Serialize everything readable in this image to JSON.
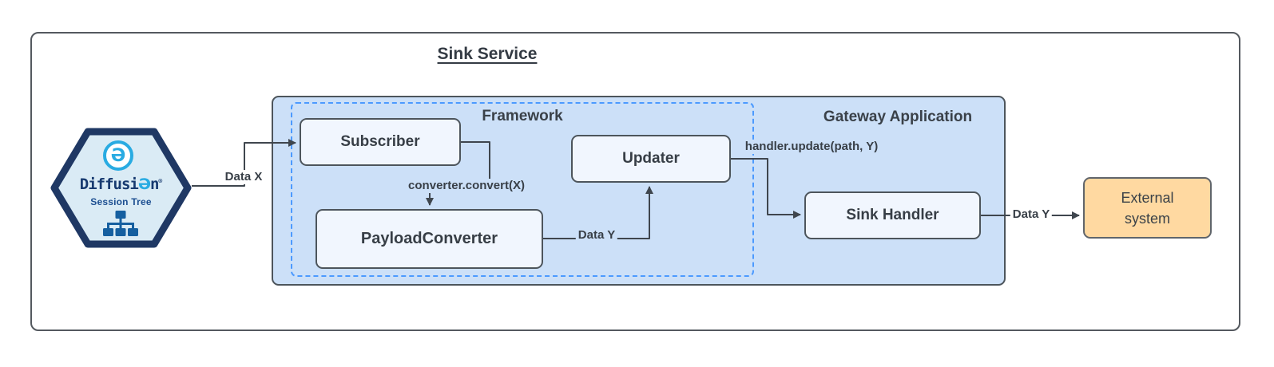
{
  "title": "Sink Service",
  "diffusion": {
    "wordmark_prefix": "Diffusi",
    "wordmark_o": "Ə",
    "wordmark_suffix": "n",
    "registered_mark": "®",
    "subtitle": "Session Tree",
    "logo_glyph": "Ə"
  },
  "containers": {
    "gateway_label": "Gateway Application",
    "framework_label": "Framework"
  },
  "nodes": {
    "subscriber": "Subscriber",
    "payload_converter": "PayloadConverter",
    "updater": "Updater",
    "sink_handler": "Sink Handler",
    "external_system": "External\nsystem"
  },
  "edges": {
    "data_x": "Data X",
    "converter_convert": "converter.convert(X)",
    "data_y_internal": "Data Y",
    "handler_update": "handler.update(path, Y)",
    "data_y_external": "Data Y"
  },
  "colors": {
    "gateway_fill": "#cce0f8",
    "framework_border": "#4c9aff",
    "node_fill": "#f1f6fe",
    "node_border": "#4d555c",
    "external_fill": "#ffd9a1",
    "arrow": "#3f464e",
    "hexagon_border": "#1f3864",
    "hexagon_fill": "#daebf5",
    "brand_cyan": "#29abe2",
    "brand_navy": "#173a70",
    "tree_icon": "#155fa0"
  }
}
